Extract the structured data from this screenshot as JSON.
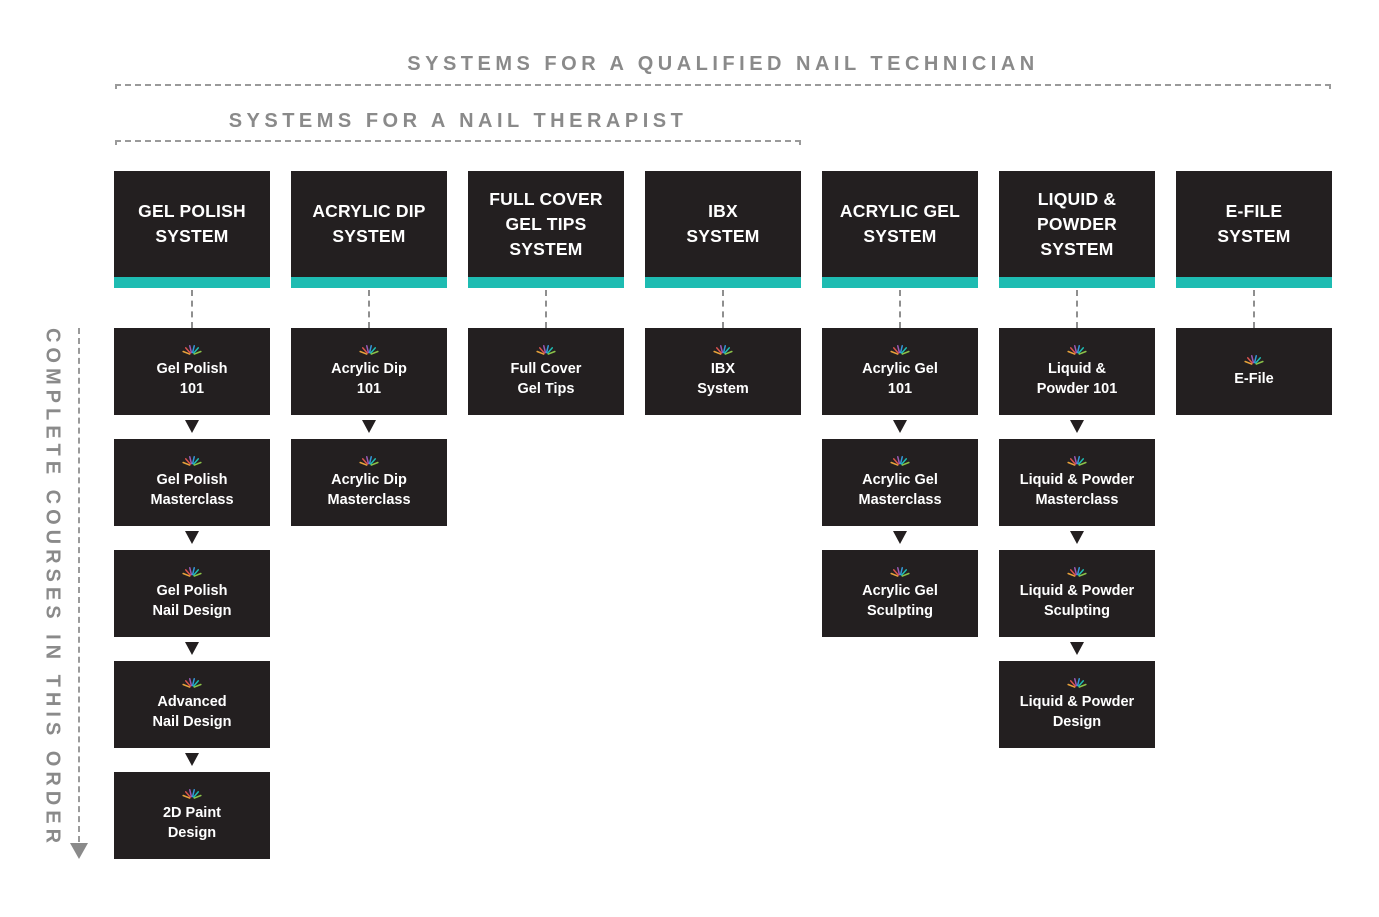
{
  "headers": {
    "qualified": "SYSTEMS FOR A QUALIFIED NAIL TECHNICIAN",
    "therapist": "SYSTEMS FOR A NAIL THERAPIST"
  },
  "side_label": "COMPLETE COURSES IN THIS ORDER",
  "colors": {
    "box": "#231f20",
    "accent": "#1ebcb2",
    "label": "#8a8a8a",
    "burst": [
      "#e8a23a",
      "#d9534f",
      "#9b59b6",
      "#3498db",
      "#1ebcb2",
      "#8bc34a"
    ]
  },
  "columns": [
    {
      "system": "GEL POLISH\nSYSTEM",
      "courses": [
        "Gel Polish\n101",
        "Gel Polish\nMasterclass",
        "Gel Polish\nNail Design",
        "Advanced\nNail Design",
        "2D Paint\nDesign"
      ]
    },
    {
      "system": "ACRYLIC DIP\nSYSTEM",
      "courses": [
        "Acrylic Dip\n101",
        "Acrylic Dip\nMasterclass"
      ]
    },
    {
      "system": "FULL COVER\nGEL TIPS\nSYSTEM",
      "courses": [
        "Full Cover\nGel Tips"
      ]
    },
    {
      "system": "IBX\nSYSTEM",
      "courses": [
        "IBX\nSystem"
      ]
    },
    {
      "system": "ACRYLIC GEL\nSYSTEM",
      "courses": [
        "Acrylic Gel\n101",
        "Acrylic Gel\nMasterclass",
        "Acrylic Gel\nSculpting"
      ]
    },
    {
      "system": "LIQUID &\nPOWDER\nSYSTEM",
      "courses": [
        "Liquid &\nPowder 101",
        "Liquid & Powder\nMasterclass",
        "Liquid & Powder\nSculpting",
        "Liquid & Powder\nDesign"
      ]
    },
    {
      "system": "E-FILE\nSYSTEM",
      "courses": [
        "E-File"
      ]
    }
  ]
}
